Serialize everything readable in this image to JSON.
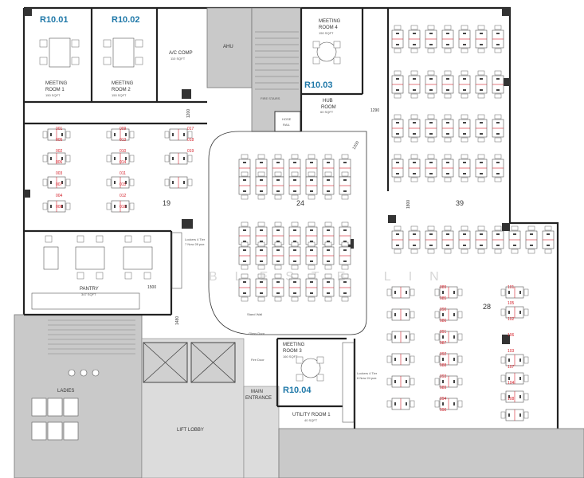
{
  "rooms": [
    {
      "id": "r1001",
      "code": "R10.01",
      "name": "MEETING",
      "name2": "ROOM 1",
      "area": "150 SQFT"
    },
    {
      "id": "r1002",
      "code": "R10.02",
      "name": "MEETING",
      "name2": "ROOM 2",
      "area": "150 SQFT"
    },
    {
      "id": "r1003",
      "code": "R10.03",
      "name": "MEETING",
      "name2": "ROOM 4",
      "area": "150 SQFT"
    },
    {
      "id": "r1004",
      "code": "R10.04",
      "name": "MEETING",
      "name2": "ROOM 3",
      "area": "160 SQFT"
    }
  ],
  "labels": {
    "ac_comp": "A/C COMP",
    "ac_area": "110 SQFT",
    "ahu": "AHU",
    "fire_stairs": "FIRE STAIRS",
    "hose_rail": "HOSE",
    "hose_rail2": "RAIL",
    "hub_room": "HUB",
    "hub_room2": "ROOM",
    "hub_area": "60 SQFT",
    "pantry": "PANTRY",
    "pantry_area": "347 SQFT",
    "lockers_1": "Lockers 4 Tier",
    "lockers_1b": "7 Now 28 pax",
    "lockers_2": "Lockers 4 Tier",
    "lockers_2b": "6 Now 24 pax",
    "glass_door": "Glass Door",
    "fire_door": "Fire Door",
    "main_entrance": "MAIN",
    "main_entrance2": "ENTRANCE",
    "utility_room": "UTILITY ROOM 1",
    "utility_area": "40 SQFT",
    "lift_lobby": "LIFT LOBBY",
    "ladies": "LADIES",
    "stand_wall": "Stand Wall",
    "watermark": "BLESTE LIN"
  },
  "zones": {
    "z19": "19",
    "z24": "24",
    "z39": "39",
    "z28": "28"
  },
  "dimensions": {
    "d1": "1200",
    "d2": "1500",
    "d3": "1480",
    "d4": "1290",
    "d5": "1800",
    "d6": "1200"
  },
  "seats_left": {
    "col1": [
      "001",
      "005",
      "002",
      "006",
      "003",
      "007",
      "004",
      "008"
    ],
    "col2": [
      "009",
      "013",
      "010",
      "014",
      "011",
      "015",
      "012",
      "016"
    ],
    "col3": [
      "017",
      "018",
      "019"
    ]
  },
  "seats_right_col1": [
    "089",
    "085",
    "090",
    "086",
    "091",
    "087",
    "092",
    "088",
    "093",
    "089",
    "094",
    "090"
  ],
  "seats_right_col2": [
    "101",
    "105",
    "102",
    "106",
    "103",
    "107",
    "104",
    "108"
  ]
}
